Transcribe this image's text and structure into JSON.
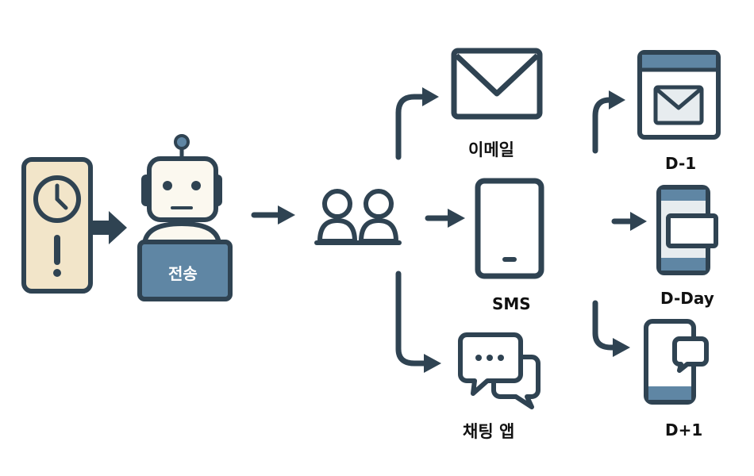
{
  "robot": {
    "button_label": "전송"
  },
  "channels": {
    "email": "이메일",
    "sms": "SMS",
    "chat": "채팅 앱"
  },
  "schedule": {
    "before": "D-1",
    "day": "D-Day",
    "after": "D+1"
  },
  "colors": {
    "stroke": "#2f4352",
    "panel_fill": "#f2e5c9",
    "face_fill": "#fbf8ef",
    "button_fill": "#5f86a4",
    "header_fill": "#5f86a4",
    "screen_fill": "#e7ecef"
  }
}
